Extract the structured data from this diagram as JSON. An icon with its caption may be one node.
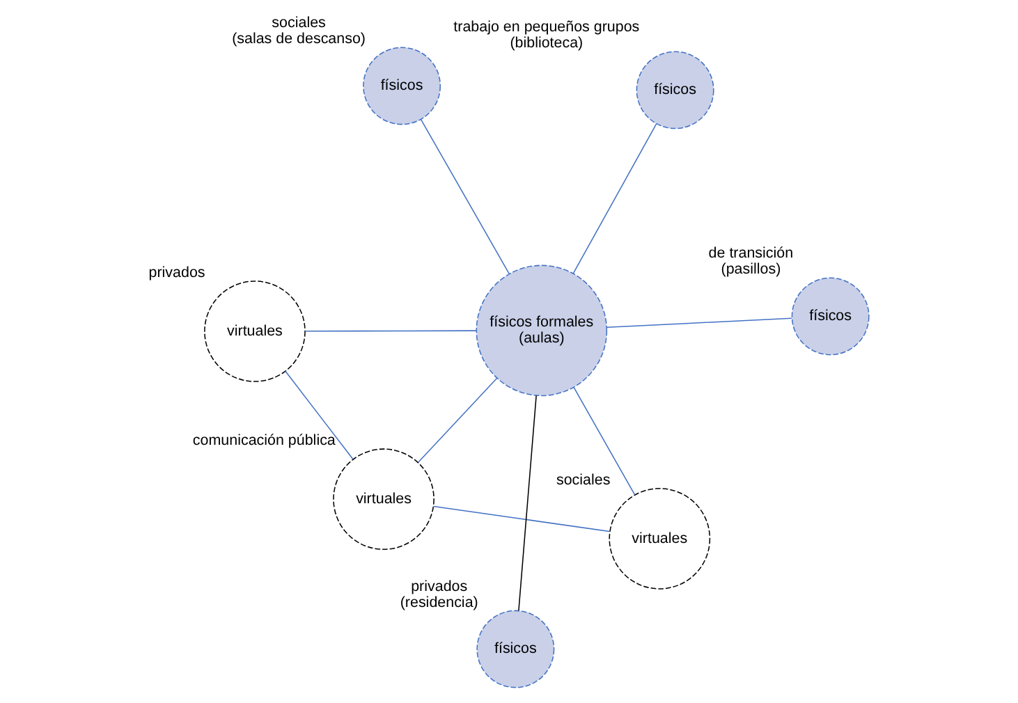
{
  "diagram": {
    "nodes": [
      {
        "text": [
          "virtuales"
        ],
        "beside": [
          "comunicación pública"
        ]
      },
      {
        "text": [
          "virtuales"
        ],
        "beside": [
          "sociales"
        ]
      },
      {
        "text": [
          "físicos formales",
          "(aulas)"
        ]
      },
      {
        "text": [
          "físicos"
        ],
        "beside": [
          "sociales",
          "(salas de descanso)"
        ]
      },
      {
        "text": [
          "virtuales"
        ],
        "beside": [
          "privados"
        ]
      },
      {
        "text": [
          "físicos"
        ],
        "beside": [
          "de transición",
          "(pasillos)"
        ]
      },
      {
        "text": [
          "físicos"
        ],
        "beside": [
          "trabajo en pequeños grupos",
          "(biblioteca)"
        ]
      },
      {
        "text": [
          "físicos"
        ],
        "beside": [
          "privados",
          "(residencia)"
        ]
      }
    ],
    "edges": [
      {
        "from": 0,
        "to": 1,
        "arrow": "none"
      },
      {
        "from": 0,
        "to": 2,
        "arrow": "none"
      },
      {
        "from": 0,
        "to": 4,
        "arrow": "none"
      },
      {
        "from": 1,
        "to": 2,
        "arrow": "none"
      },
      {
        "from": 2,
        "to": 3,
        "arrow": "none"
      },
      {
        "from": 2,
        "to": 4,
        "arrow": "none"
      },
      {
        "from": 2,
        "to": 5,
        "arrow": "none"
      },
      {
        "from": 2,
        "to": 6,
        "arrow": "none"
      },
      {
        "from": 2,
        "to": 7,
        "arrow": "none",
        "color": "#000000"
      }
    ]
  }
}
